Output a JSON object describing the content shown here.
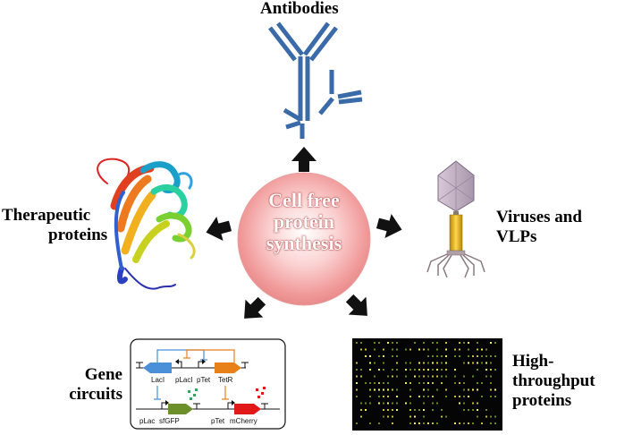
{
  "center": {
    "line1": "Cell free",
    "line2": "protein",
    "line3": "synthesis"
  },
  "labels": {
    "antibodies": "Antibodies",
    "therapeutic_line1": "Therapeutic",
    "therapeutic_line2": "proteins",
    "viruses_line1": "Viruses and",
    "viruses_line2": "VLPs",
    "gene_line1": "Gene",
    "gene_line2": "circuits",
    "htp_line1": "High-throughput",
    "htp_line2": "proteins"
  },
  "gene_circuit": {
    "top_parts": [
      "LacI",
      "pLacI",
      "pTet",
      "TetR"
    ],
    "bottom_parts": [
      "pLac",
      "sfGFP",
      "pTet",
      "mCherry"
    ]
  },
  "colors": {
    "center_fill": "#f6b8b8",
    "antibody": "#3a6aa8",
    "arrow": "#111111",
    "laci": "#4a90d9",
    "tetr": "#e8801a",
    "sfgfp": "#6c8f2c",
    "mcherry": "#e01818"
  }
}
